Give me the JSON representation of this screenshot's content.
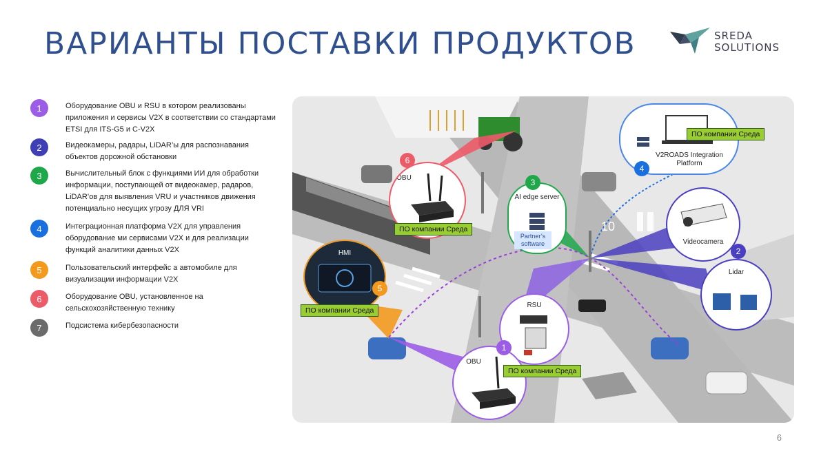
{
  "title": "ВАРИАНТЫ ПОСТАВКИ ПРОДУКТОВ",
  "logo": {
    "line1": "SREDA",
    "line2": "SOLUTIONS"
  },
  "legend": [
    {
      "num": "1",
      "color": "#9b5de5",
      "text": "Оборудование OBU и RSU в котором реализованы приложения и сервисы V2X в соответствии со стандартами ETSI для ITS-G5 и C-V2X"
    },
    {
      "num": "2",
      "color": "#3f3fb5",
      "text": "Видеокамеры, радары, LiDAR’ы для распознавания объектов дорожной обстановки"
    },
    {
      "num": "3",
      "color": "#1fa84a",
      "text": "Вычислительный блок с функциями ИИ для обработки информации, поступающей от видеокамер, радаров, LiDAR’ов для выявления VRU и участников движения потенциально несущих угрозу ДЛЯ VRI"
    },
    {
      "num": "4",
      "color": "#1a6fe0",
      "text": "Интеграционная платформа V2X для управления оборудование ми сервисами V2X и для реализации функций аналитики данных V2X"
    },
    {
      "num": "5",
      "color": "#f39a1e",
      "text": "Пользовательский интерфейс а автомобиле для визуализации информации V2X"
    },
    {
      "num": "6",
      "color": "#ec5b68",
      "text": "Оборудование OBU, установленное на сельскохозяйственную технику"
    },
    {
      "num": "7",
      "color": "#6b6b6b",
      "text": "Подсистема кибербезопасности"
    }
  ],
  "scene": {
    "po_label": "ПО компании Среда",
    "obu_top": "OBU",
    "ai_edge": "AI edge server",
    "partners": "Partner’s software",
    "v2roads": "V2ROADS Integration Platform",
    "videocamera": "Videocamera",
    "lidar": "Lidar",
    "hmi": "HMI",
    "rsu": "RSU",
    "obu_bottom": "OBU",
    "speed": "10",
    "badges": {
      "b1": "1",
      "b2": "2",
      "b3": "3",
      "b4": "4",
      "b5": "5",
      "b6": "6"
    }
  },
  "page_number": "6",
  "colors": {
    "title": "#2f4f8f",
    "green_label": "#9acd32"
  }
}
